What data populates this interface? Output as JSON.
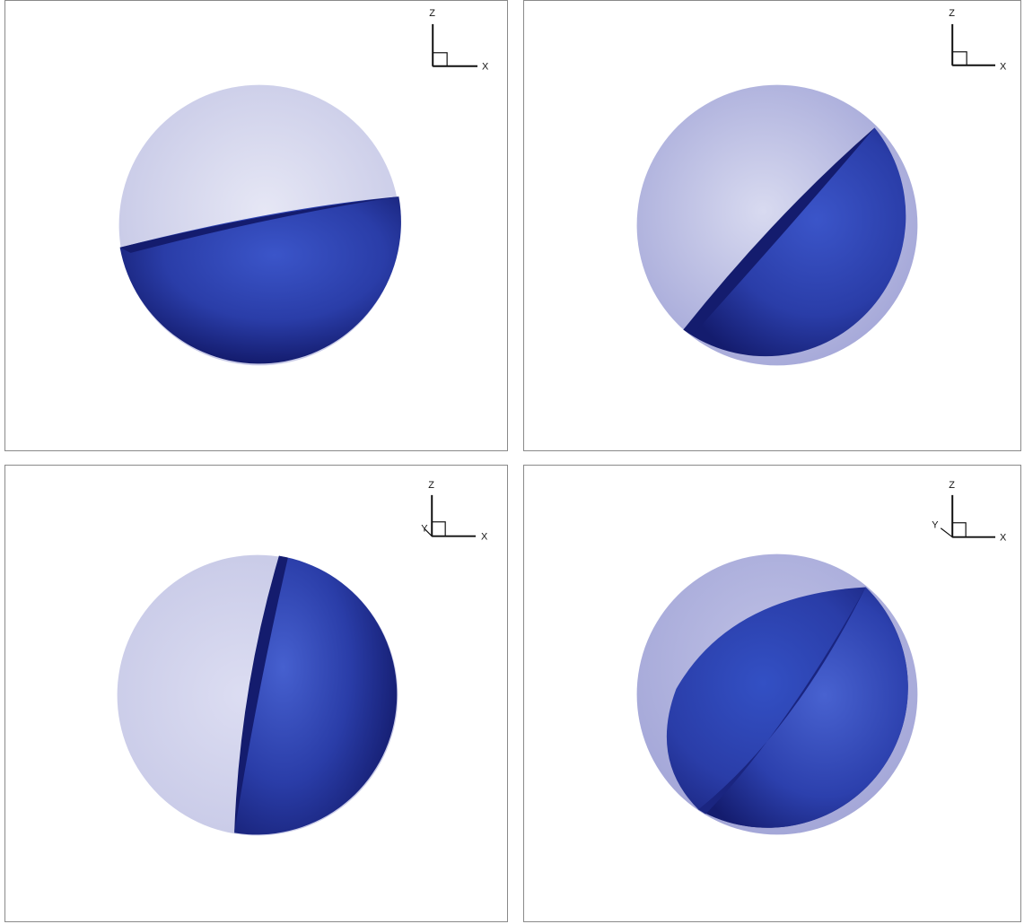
{
  "colors": {
    "background": "#ffffff",
    "panel_border": "#8a8a8a",
    "sphere_light": "#c9cbe8",
    "sphere_mid": "#a6a9d9",
    "sphere_dark_blue": "#2b3fb0",
    "sphere_deep": "#141c6e",
    "axis": "#111111"
  },
  "panels": [
    {
      "axis": {
        "z_label": "Z",
        "x_label": "X",
        "y_label": ""
      }
    },
    {
      "axis": {
        "z_label": "Z",
        "x_label": "X",
        "y_label": ""
      }
    },
    {
      "axis": {
        "z_label": "Z",
        "x_label": "X",
        "y_label": "Y"
      }
    },
    {
      "axis": {
        "z_label": "Z",
        "x_label": "X",
        "y_label": "Y"
      }
    }
  ]
}
